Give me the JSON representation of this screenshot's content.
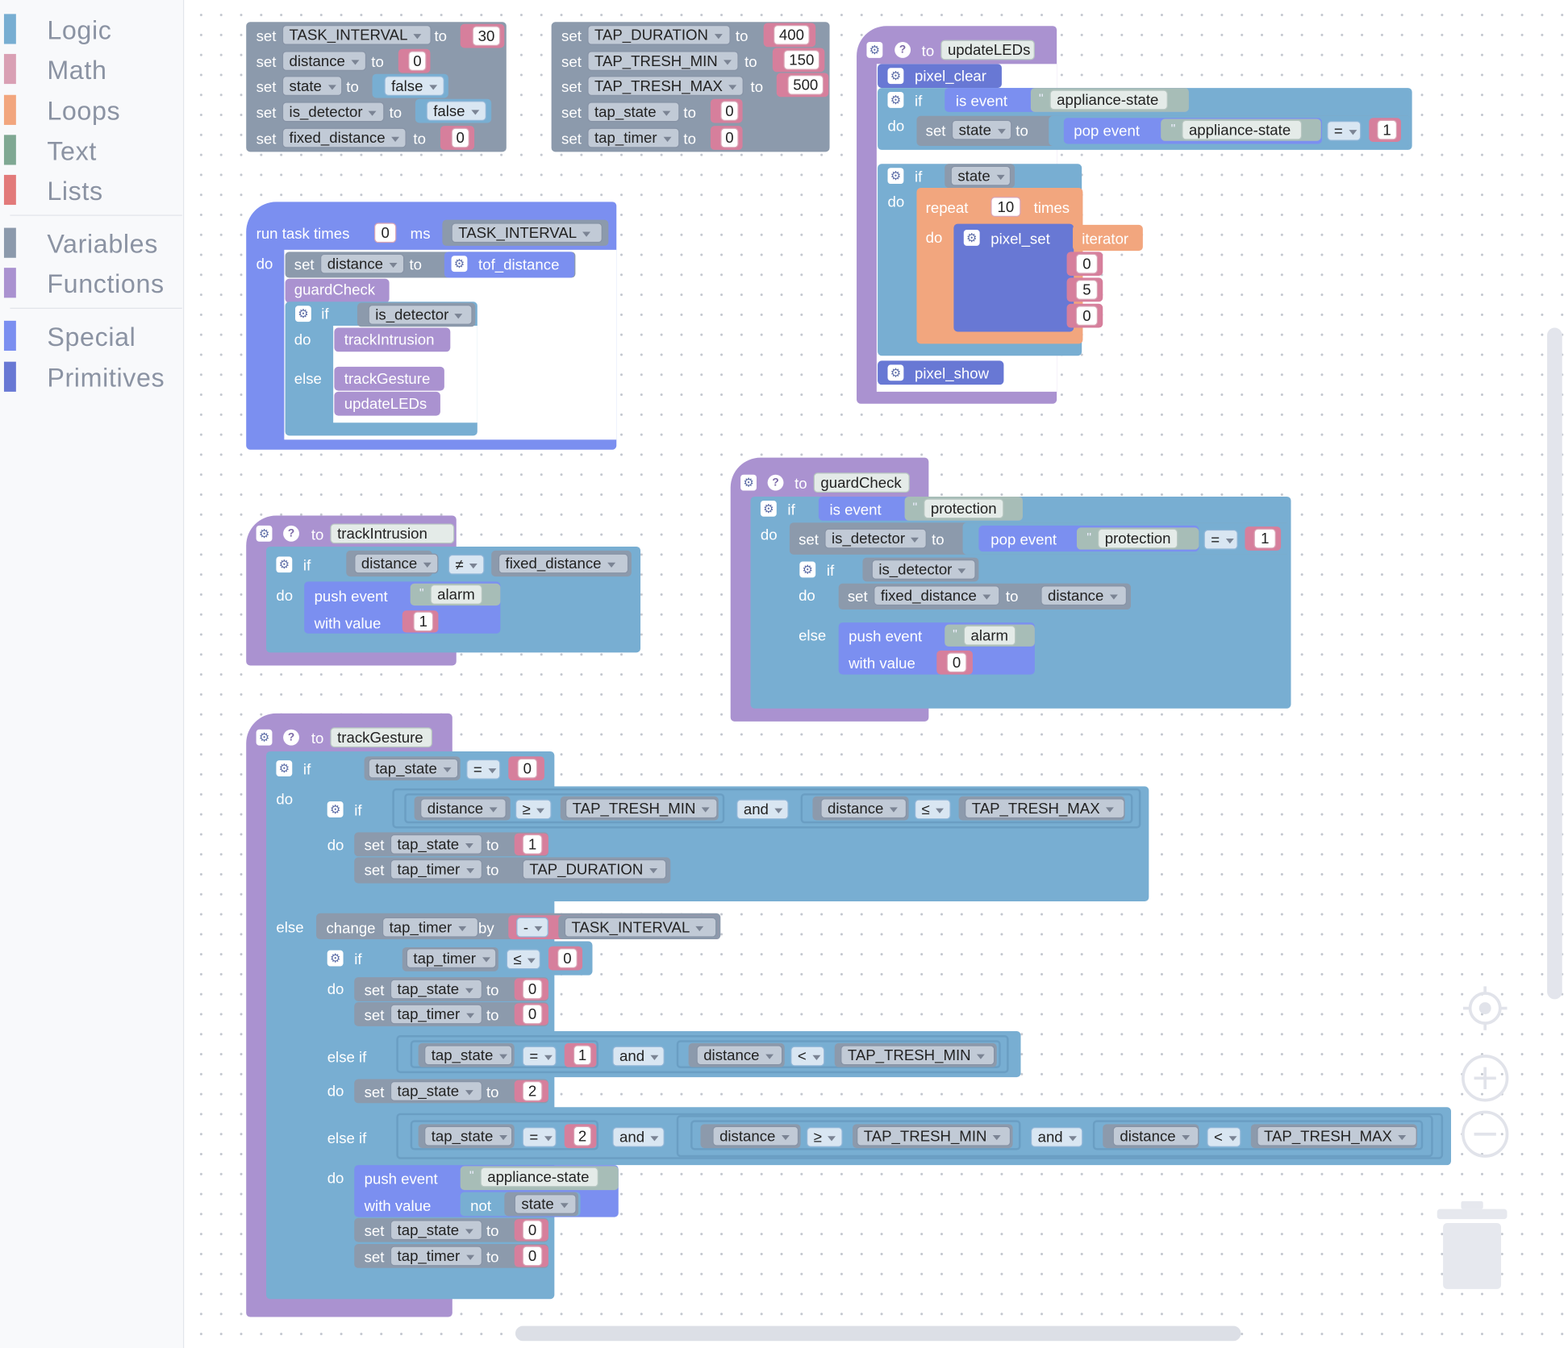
{
  "toolbox": {
    "categories": [
      {
        "label": "Logic",
        "color": "#78aed2"
      },
      {
        "label": "Math",
        "color": "#d9a0b4"
      },
      {
        "label": "Loops",
        "color": "#f2a67e"
      },
      {
        "label": "Text",
        "color": "#7fa893"
      },
      {
        "label": "Lists",
        "color": "#e27a7a"
      },
      {
        "label": "Variables",
        "color": "#8c9aac"
      },
      {
        "label": "Functions",
        "color": "#aa92d0"
      },
      {
        "label": "Special",
        "color": "#7b8ff0"
      },
      {
        "label": "Primitives",
        "color": "#6878d4"
      }
    ]
  },
  "kw": {
    "set": "set",
    "to": "to",
    "if": "if",
    "do": "do",
    "else": "else",
    "else_if": "else if",
    "and": "and",
    "not": "not",
    "repeat": "repeat",
    "times": "times",
    "ms": "ms",
    "by": "by",
    "change": "change",
    "run_task_times": "run task times",
    "is_event": "is event",
    "pop_event": "pop event",
    "push_event": "push event",
    "with_value": "with value",
    "pixel_clear": "pixel_clear",
    "pixel_set": "pixel_set",
    "pixel_show": "pixel_show",
    "tof_distance": "tof_distance",
    "iterator": "iterator",
    "gear": "⚙",
    "help": "?"
  },
  "ops": {
    "eq": "=",
    "neq": "≠",
    "ge": "≥",
    "le": "≤",
    "lt": "<",
    "minus": "-"
  },
  "vars": {
    "TASK_INTERVAL": "TASK_INTERVAL",
    "distance": "distance",
    "state": "state",
    "is_detector": "is_detector",
    "fixed_distance": "fixed_distance",
    "TAP_DURATION": "TAP_DURATION",
    "TAP_TRESH_MIN": "TAP_TRESH_MIN",
    "TAP_TRESH_MAX": "TAP_TRESH_MAX",
    "tap_state": "tap_state",
    "tap_timer": "tap_timer"
  },
  "funcs": {
    "updateLEDs": "updateLEDs",
    "guardCheck": "guardCheck",
    "trackIntrusion": "trackIntrusion",
    "trackGesture": "trackGesture"
  },
  "strings": {
    "appliance_state": "appliance-state",
    "protection": "protection",
    "alarm": "alarm"
  },
  "vals": {
    "v30": "30",
    "v0": "0",
    "vfalse": "false",
    "v400": "400",
    "v150": "150",
    "v500": "500",
    "v1": "1",
    "v10": "10",
    "v5": "5",
    "v2": "2"
  }
}
